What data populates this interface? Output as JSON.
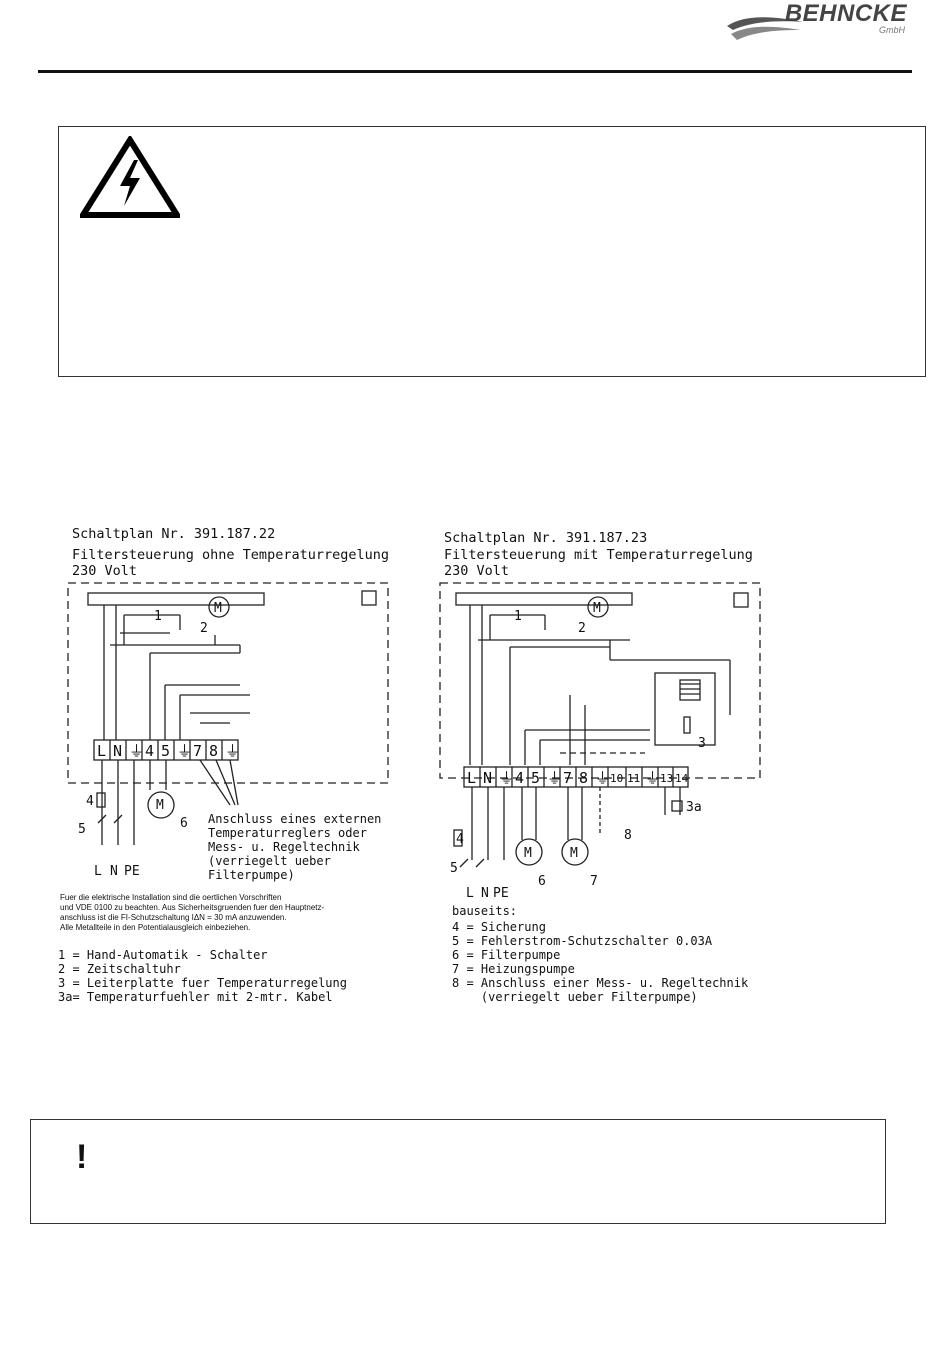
{
  "header": {
    "brand": "BEHNCKE",
    "brand_sub": "GmbH"
  },
  "icons": {
    "warning": "high-voltage-warning-icon",
    "note": "exclamation-icon"
  },
  "note_symbol": "!",
  "diagram_left": {
    "title_line1": "Schaltplan Nr. 391.187.22",
    "title_line2": "Filtersteuerung ohne Temperaturregelung",
    "title_line3": "230 Volt",
    "terminals": [
      "L",
      "N",
      "⏚",
      "4",
      "5",
      "⏚",
      "7",
      "8",
      "⏚"
    ],
    "annotation": "Anschluss eines externen\nTemperaturreglers oder\nMess- u. Regeltechnik\n(verriegelt ueber\nFilterpumpe)",
    "install_note": "Fuer die elektrische Installation sind die oertlichen Vorschriften\nund VDE 0100 zu beachten. Aus Sicherheitsgruenden fuer den Hauptnetz-\nanschluss ist die FI-Schutzschaltung IΔN = 30 mA anzuwenden.\nAlle Metallteile in den Potentialausgleich einbeziehen.",
    "legend": [
      "1 = Hand-Automatik - Schalter",
      "2 = Zeitschaltuhr",
      "3 = Leiterplatte fuer Temperaturregelung",
      "3a= Temperaturfuehler mit 2-mtr. Kabel"
    ],
    "labels": {
      "one": "1",
      "two": "2",
      "four": "4",
      "five": "5",
      "six": "6",
      "motor": "M",
      "L": "L",
      "N": "N",
      "PE": "PE"
    }
  },
  "diagram_right": {
    "title_line1": "Schaltplan Nr. 391.187.23",
    "title_line2": "Filtersteuerung mit Temperaturregelung",
    "title_line3": "230 Volt",
    "terminals": [
      "L",
      "N",
      "⏚",
      "4",
      "5",
      "⏚",
      "7",
      "8",
      "⏚",
      "10",
      "11",
      "⏚",
      "13",
      "14"
    ],
    "bauseits": "bauseits:",
    "legend": [
      "4 = Sicherung",
      "5 = Fehlerstrom-Schutzschalter 0.03A",
      "6 = Filterpumpe",
      "7 = Heizungspumpe",
      "8 = Anschluss einer Mess- u. Regeltechnik",
      "    (verriegelt ueber Filterpumpe)"
    ],
    "labels": {
      "one": "1",
      "two": "2",
      "three": "3",
      "three_a": "3a",
      "four": "4",
      "five": "5",
      "six": "6",
      "seven": "7",
      "eight": "8",
      "motor": "M",
      "L": "L",
      "N": "N",
      "PE": "PE"
    }
  }
}
